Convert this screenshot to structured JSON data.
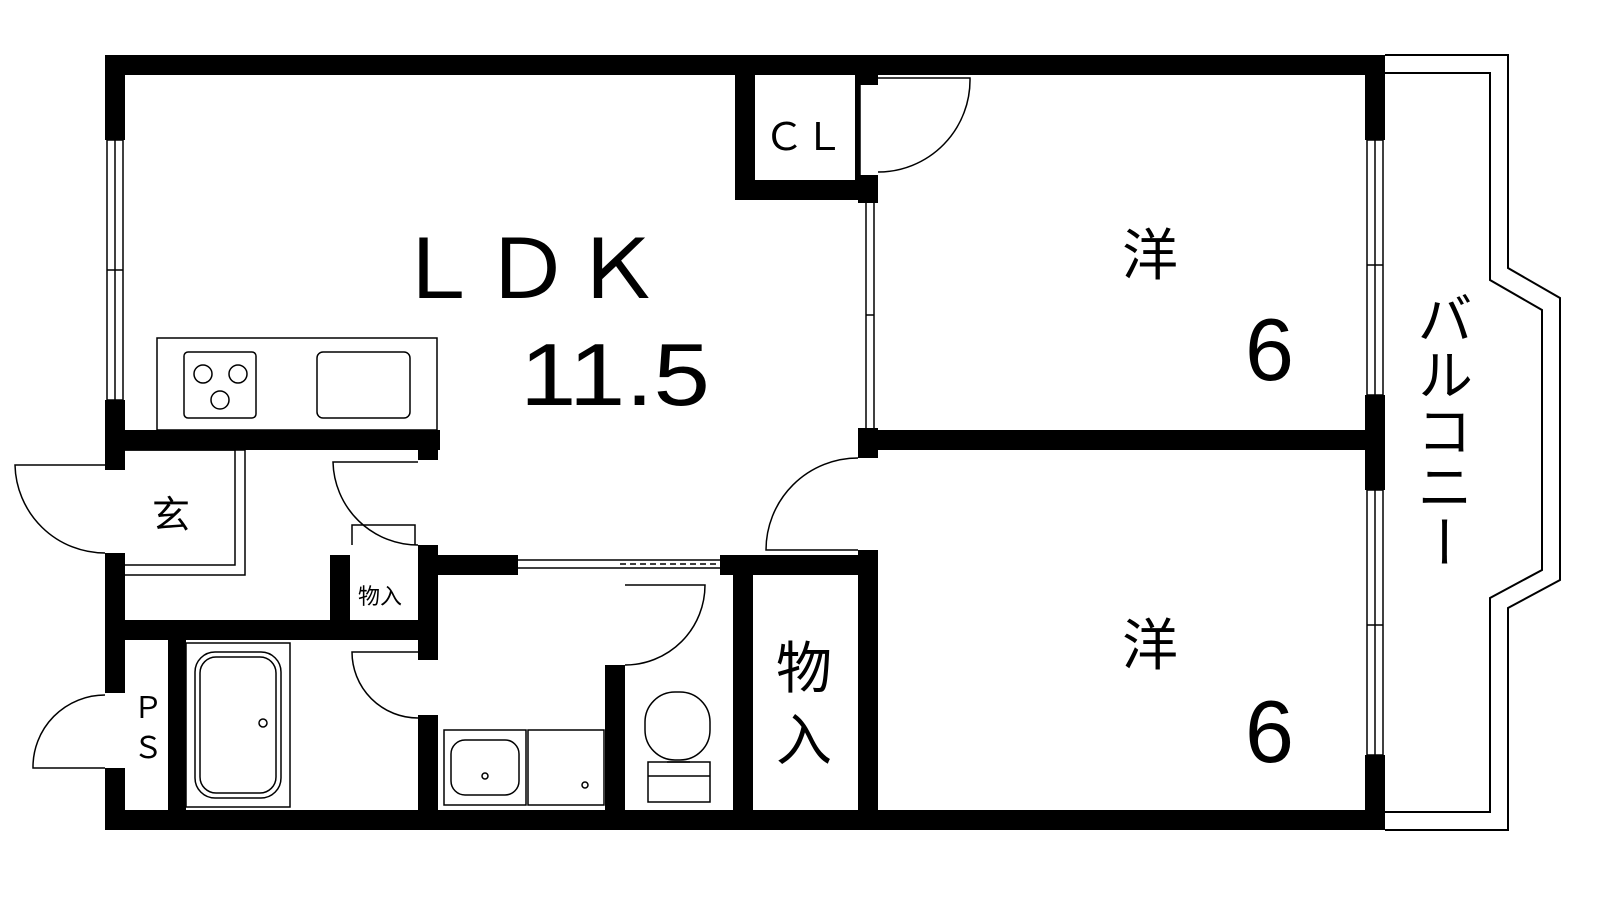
{
  "rooms": {
    "ldk": {
      "name": "ＬＤＫ",
      "size": "11.5"
    },
    "closet_cl": {
      "name": "ＣＬ"
    },
    "western_top": {
      "name": "洋",
      "size": "6"
    },
    "western_bottom": {
      "name": "洋",
      "size": "6"
    },
    "entrance": {
      "name": "玄"
    },
    "storage_small": {
      "name": "物入"
    },
    "storage_large": {
      "name_line1": "物",
      "name_line2": "入"
    },
    "pipe_space": {
      "name_line1": "Ｐ",
      "name_line2": "Ｓ"
    },
    "balcony": {
      "name": "バルコニー"
    }
  },
  "colors": {
    "wall": "#000000",
    "background": "#ffffff"
  },
  "icons": [
    "stove-icon",
    "sink-icon",
    "bathtub-icon",
    "washbasin-icon",
    "washing-machine-pan-icon",
    "toilet-icon",
    "door-swing-icon"
  ]
}
